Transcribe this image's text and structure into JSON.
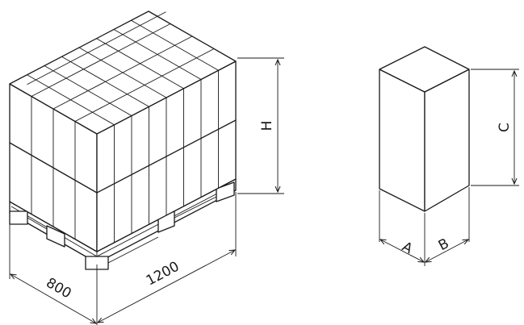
{
  "pallet": {
    "width_label": "800",
    "length_label": "1200",
    "height_label": "H",
    "box_grid": {
      "columns": 8,
      "rows": 4,
      "layers": 2
    }
  },
  "single_box": {
    "width_label": "A",
    "depth_label": "B",
    "height_label": "C"
  },
  "colors": {
    "line": "#1a1a1a",
    "background": "#ffffff"
  }
}
